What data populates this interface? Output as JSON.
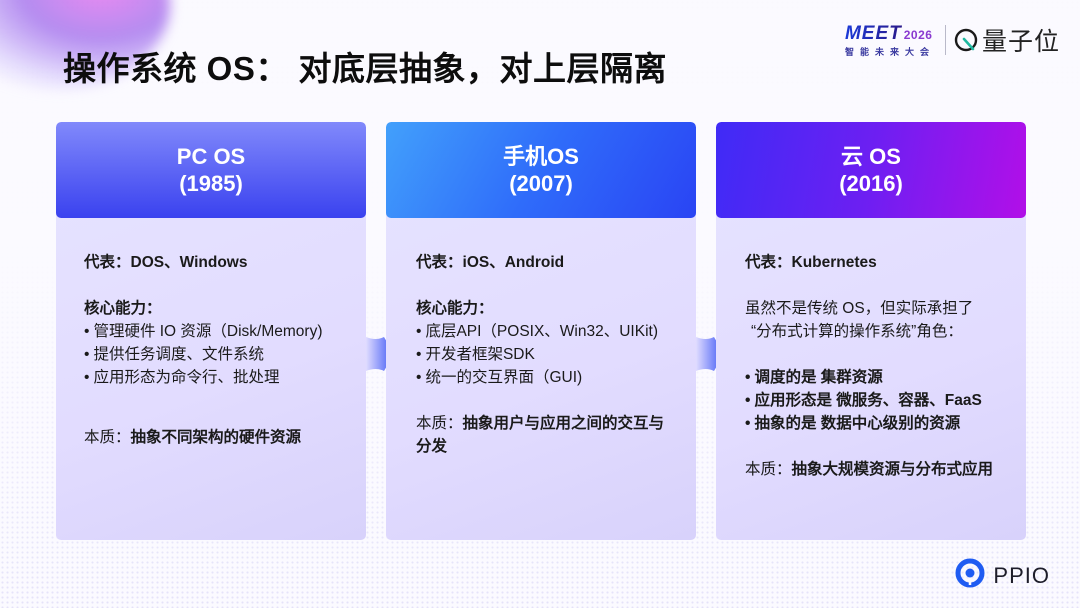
{
  "slide": {
    "title": "操作系统 OS： 对底层抽象，对上层隔离"
  },
  "logos": {
    "meet_word": "MEET",
    "meet_year": "2026",
    "meet_sub": "智能未来大会",
    "qbit_text": "量子位",
    "ppio_text": "PPIO",
    "icons": [
      "meet-logo",
      "qbitai-logo-icon",
      "ppio-logo-icon"
    ]
  },
  "colors": {
    "pc_header": "#3a42ef",
    "mobile_header": "#2f6cfa",
    "cloud_header": "#6d1ff2",
    "card_bg": "#e4e0ff",
    "arrow": "#4a5cf6"
  },
  "cards": [
    {
      "title": "PC OS",
      "year": "(1985)",
      "rep_label": "代表：",
      "rep_value": "DOS、Windows",
      "core_label": "核心能力：",
      "bullets": [
        "管理硬件 IO 资源（Disk/Memory)",
        "提供任务调度、文件系统",
        "应用形态为命令行、批处理"
      ],
      "essence_label": "本质：",
      "essence_value": "抽象不同架构的硬件资源"
    },
    {
      "title": "手机OS",
      "year": "(2007)",
      "rep_label": "代表：",
      "rep_value": "iOS、Android",
      "core_label": "核心能力：",
      "bullets": [
        "底层API（POSIX、Win32、UIKit)",
        "开发者框架SDK",
        "统一的交互界面（GUI)"
      ],
      "essence_label": "本质：",
      "essence_value": "抽象用户与应用之间的交互与分发"
    },
    {
      "title": "云 OS",
      "year": "(2016)",
      "rep_label": "代表：",
      "rep_value": "Kubernetes",
      "desc_line1": "虽然不是传统 OS，但实际承担了",
      "desc_line2": "“分布式计算的操作系统”角色：",
      "bullets": [
        "调度的是 集群资源",
        "应用形态是 微服务、容器、FaaS",
        "抽象的是 数据中心级别的资源"
      ],
      "essence_label": "本质：",
      "essence_value": "抽象大规模资源与分布式应用"
    }
  ]
}
